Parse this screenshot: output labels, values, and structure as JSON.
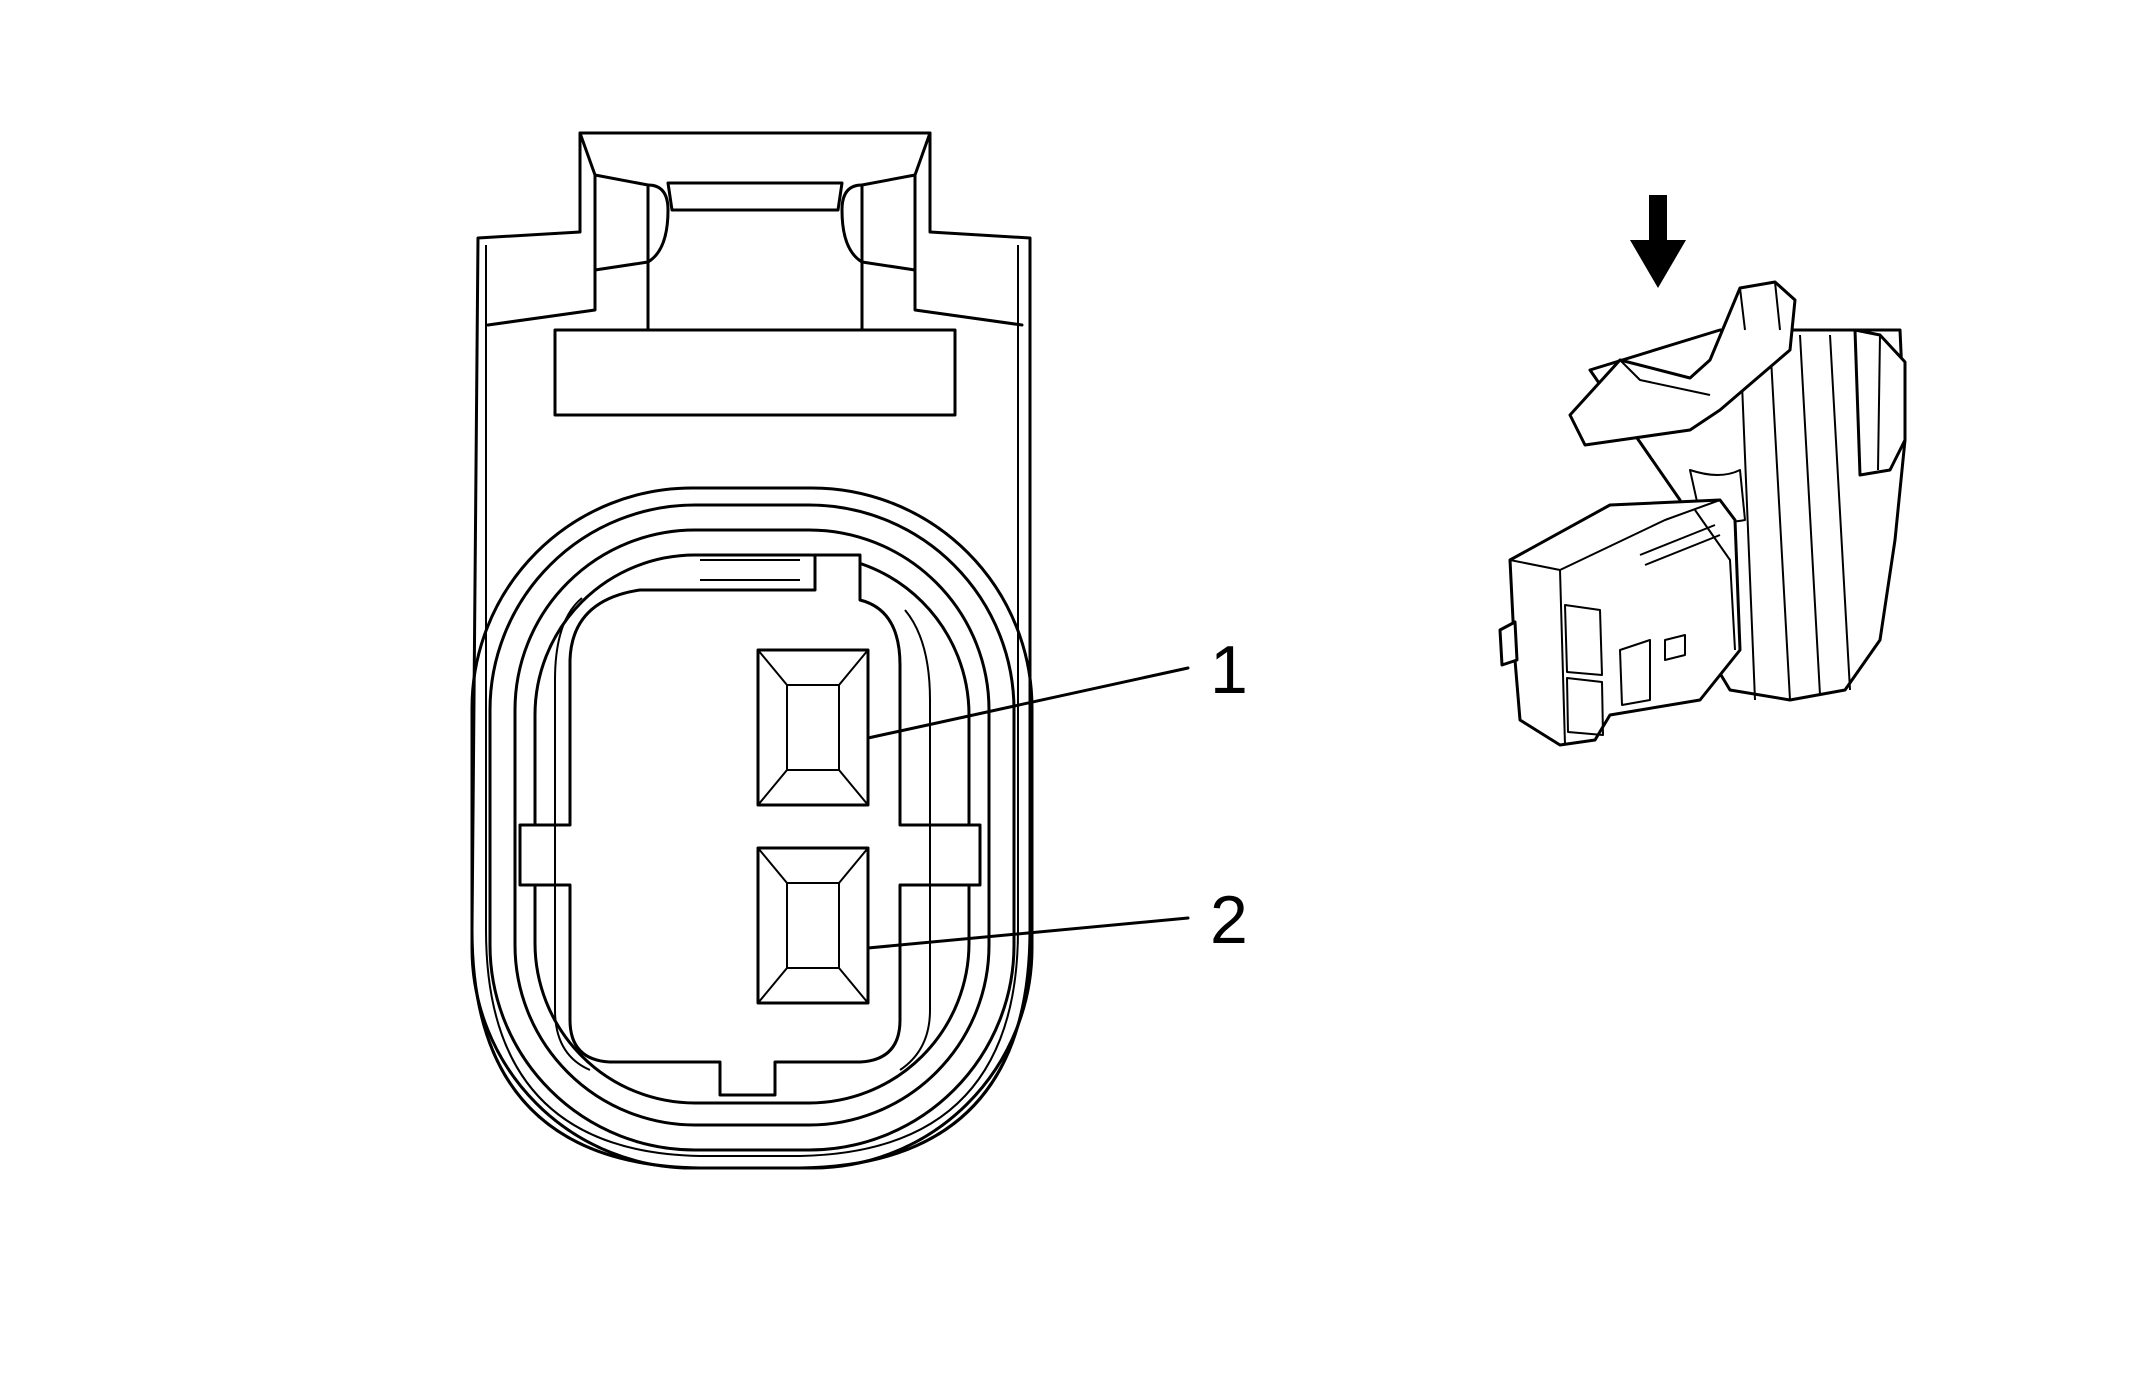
{
  "diagram": {
    "callouts": [
      {
        "id": "pin-1",
        "label": "1"
      },
      {
        "id": "pin-2",
        "label": "2"
      }
    ],
    "colors": {
      "line": "#000000",
      "background": "#ffffff"
    },
    "icons": {
      "insertion-direction": "down-arrow-icon"
    }
  }
}
